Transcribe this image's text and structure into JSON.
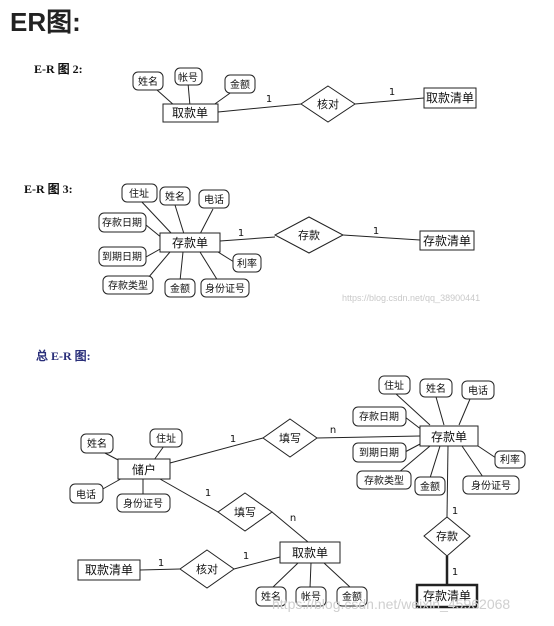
{
  "title": "ER图:",
  "section_labels": [
    "E-R 图 2:",
    "E-R 图 3:",
    "总 E-R 图:"
  ],
  "diagram1": {
    "entity": "取款单",
    "attributes": [
      "姓名",
      "帐号",
      "金额"
    ],
    "relationship": "核对",
    "target": "取款清单",
    "card_left": "1",
    "card_right": "1"
  },
  "diagram2": {
    "entity": "存款单",
    "attributes": [
      "住址",
      "姓名",
      "电话",
      "存款日期",
      "到期日期",
      "利率",
      "存款类型",
      "金额",
      "身份证号"
    ],
    "relationship": "存款",
    "target": "存款清单",
    "card_left": "1",
    "card_right": "1"
  },
  "diagram3": {
    "depositor": "储户",
    "depositor_attrs": [
      "姓名",
      "住址",
      "电话",
      "身份证号"
    ],
    "rel_fill_deposit": "填写",
    "rel_fill_withdraw": "填写",
    "deposit_slip": "存款单",
    "deposit_attrs": [
      "住址",
      "姓名",
      "电话",
      "存款日期",
      "到期日期",
      "利率",
      "存款类型",
      "金额",
      "身份证号"
    ],
    "withdraw_slip": "取款单",
    "withdraw_attrs": [
      "姓名",
      "帐号",
      "金额"
    ],
    "rel_check": "核对",
    "withdraw_list": "取款清单",
    "rel_deposit": "存款",
    "deposit_list": "存款清单",
    "card": {
      "a": "1",
      "b": "n",
      "c": "1",
      "d": "n",
      "e": "1",
      "f": "1",
      "g": "1",
      "h": "1"
    }
  },
  "watermarks": [
    "https://blog.csdn.net/qq_38900441",
    "https://blog.csdn.net/weixin_45962068"
  ]
}
